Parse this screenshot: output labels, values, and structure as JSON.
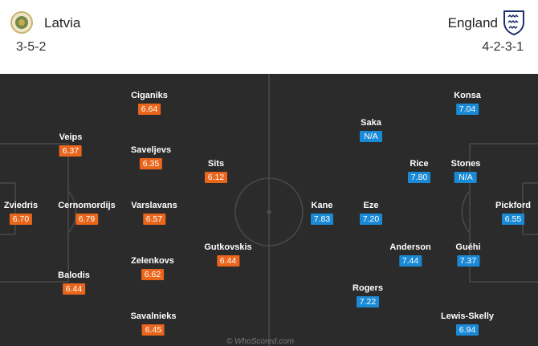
{
  "home": {
    "name": "Latvia",
    "formation": "3-5-2",
    "crest_icon": "latvia-crest-icon",
    "color": "#e9661c",
    "players": [
      {
        "name": "Zviedris",
        "rating": "6.70"
      },
      {
        "name": "Veips",
        "rating": "6.37"
      },
      {
        "name": "Cernomordijs",
        "rating": "6.79"
      },
      {
        "name": "Balodis",
        "rating": "6.44"
      },
      {
        "name": "Ciganiks",
        "rating": "6.64"
      },
      {
        "name": "Saveljevs",
        "rating": "6.35"
      },
      {
        "name": "Varslavans",
        "rating": "6.57"
      },
      {
        "name": "Zelenkovs",
        "rating": "6.62"
      },
      {
        "name": "Savalnieks",
        "rating": "6.45"
      },
      {
        "name": "Sits",
        "rating": "6.12"
      },
      {
        "name": "Gutkovskis",
        "rating": "6.44"
      }
    ]
  },
  "away": {
    "name": "England",
    "formation": "4-2-3-1",
    "crest_icon": "england-crest-icon",
    "color": "#1b8ad6",
    "players": [
      {
        "name": "Pickford",
        "rating": "6.55"
      },
      {
        "name": "Konsa",
        "rating": "7.04"
      },
      {
        "name": "Stones",
        "rating": "N/A"
      },
      {
        "name": "Guéhi",
        "rating": "7.37"
      },
      {
        "name": "Lewis-Skelly",
        "rating": "6.94"
      },
      {
        "name": "Rice",
        "rating": "7.80"
      },
      {
        "name": "Anderson",
        "rating": "7.44"
      },
      {
        "name": "Saka",
        "rating": "N/A"
      },
      {
        "name": "Eze",
        "rating": "7.20"
      },
      {
        "name": "Rogers",
        "rating": "7.22"
      },
      {
        "name": "Kane",
        "rating": "7.83"
      }
    ]
  },
  "watermark": "© WhoScored.com"
}
